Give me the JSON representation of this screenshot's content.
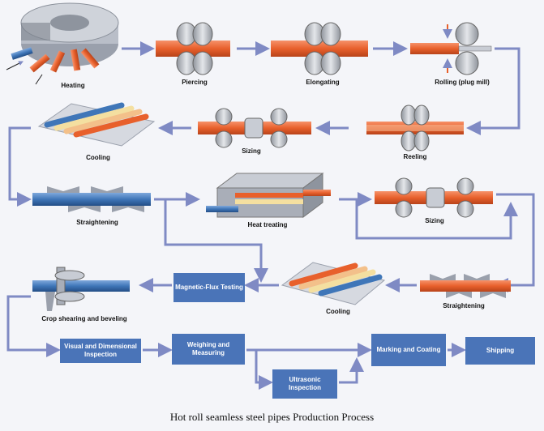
{
  "caption": "Hot roll seamless steel pipes Production Process",
  "colors": {
    "background": "#f4f5f9",
    "flow_arrow": "#7f8ac4",
    "process_box": "#4a74b8",
    "hot_pipe": "#e8602c",
    "cold_pipe": "#3f76b8",
    "warm_pipe": "#f4dfa0",
    "roller": "#b8bcc4"
  },
  "stages": {
    "heating": "Heating",
    "piercing": "Piercing",
    "elongating": "Elongating",
    "rolling": "Rolling (plug mill)",
    "reeling": "Reeling",
    "sizing_1": "Sizing",
    "cooling_1": "Cooling",
    "straightening_1": "Straightening",
    "heat_treating": "Heat treating",
    "sizing_2": "Sizing",
    "straightening_2": "Straightening",
    "cooling_2": "Cooling",
    "crop_shearing": "Crop shearing and beveling"
  },
  "boxes": {
    "magnetic_flux": "Magnetic-Flux Testing",
    "visual": "Visual and Dimensional Inspection",
    "weighing": "Weighing and Measuring",
    "ultrasonic": "Ultrasonic Inspection",
    "marking": "Marking and Coating",
    "shipping": "Shipping"
  }
}
